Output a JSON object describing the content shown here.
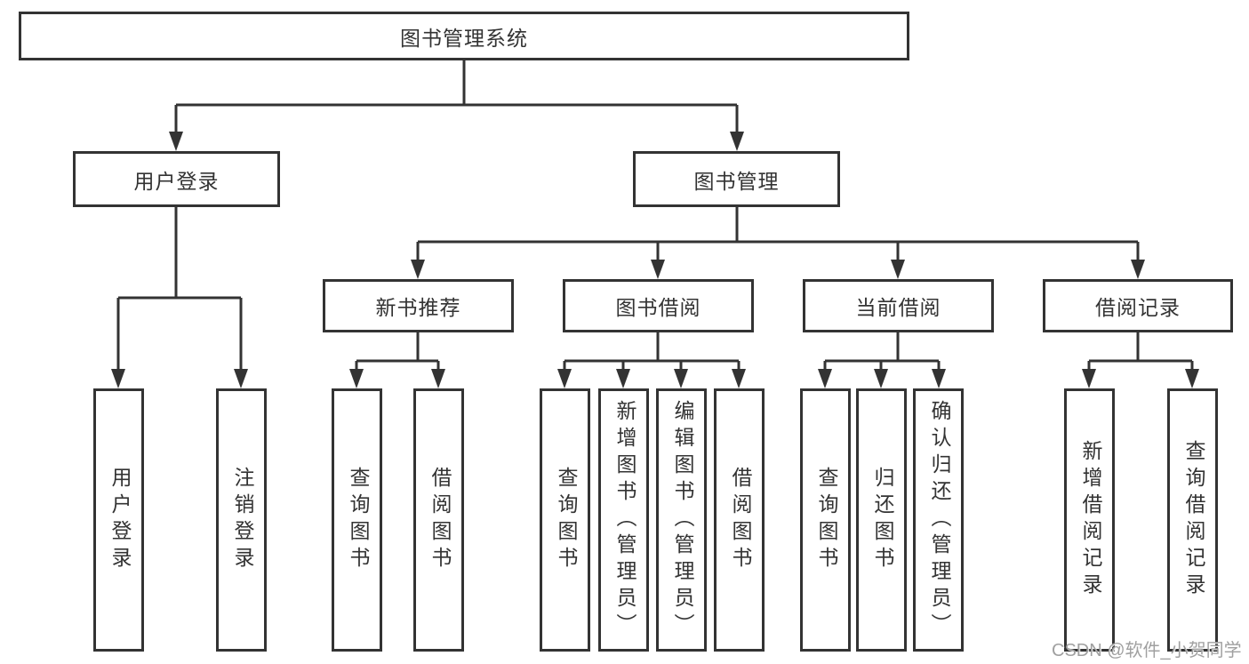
{
  "page": {
    "watermark": "CSDN @软件_小贺同学"
  },
  "style": {
    "line_color": "#333333",
    "box_background": "#ffffff",
    "watermark_color": "#a0a0a0"
  },
  "tree": {
    "root": {
      "label": "图书管理系统",
      "children": [
        {
          "label": "用户登录",
          "children": [
            {
              "label": "用户登录"
            },
            {
              "label": "注销登录"
            }
          ]
        },
        {
          "label": "图书管理",
          "children": [
            {
              "label": "新书推荐",
              "children": [
                {
                  "label": "查询图书"
                },
                {
                  "label": "借阅图书"
                }
              ]
            },
            {
              "label": "图书借阅",
              "children": [
                {
                  "label": "查询图书"
                },
                {
                  "label": "新增图书（管理员）"
                },
                {
                  "label": "编辑图书（管理员）"
                },
                {
                  "label": "借阅图书"
                }
              ]
            },
            {
              "label": "当前借阅",
              "children": [
                {
                  "label": "查询图书"
                },
                {
                  "label": "归还图书"
                },
                {
                  "label": "确认归还（管理员）"
                }
              ]
            },
            {
              "label": "借阅记录",
              "children": [
                {
                  "label": "新增借阅记录"
                },
                {
                  "label": "查询借阅记录"
                }
              ]
            }
          ]
        }
      ]
    }
  }
}
